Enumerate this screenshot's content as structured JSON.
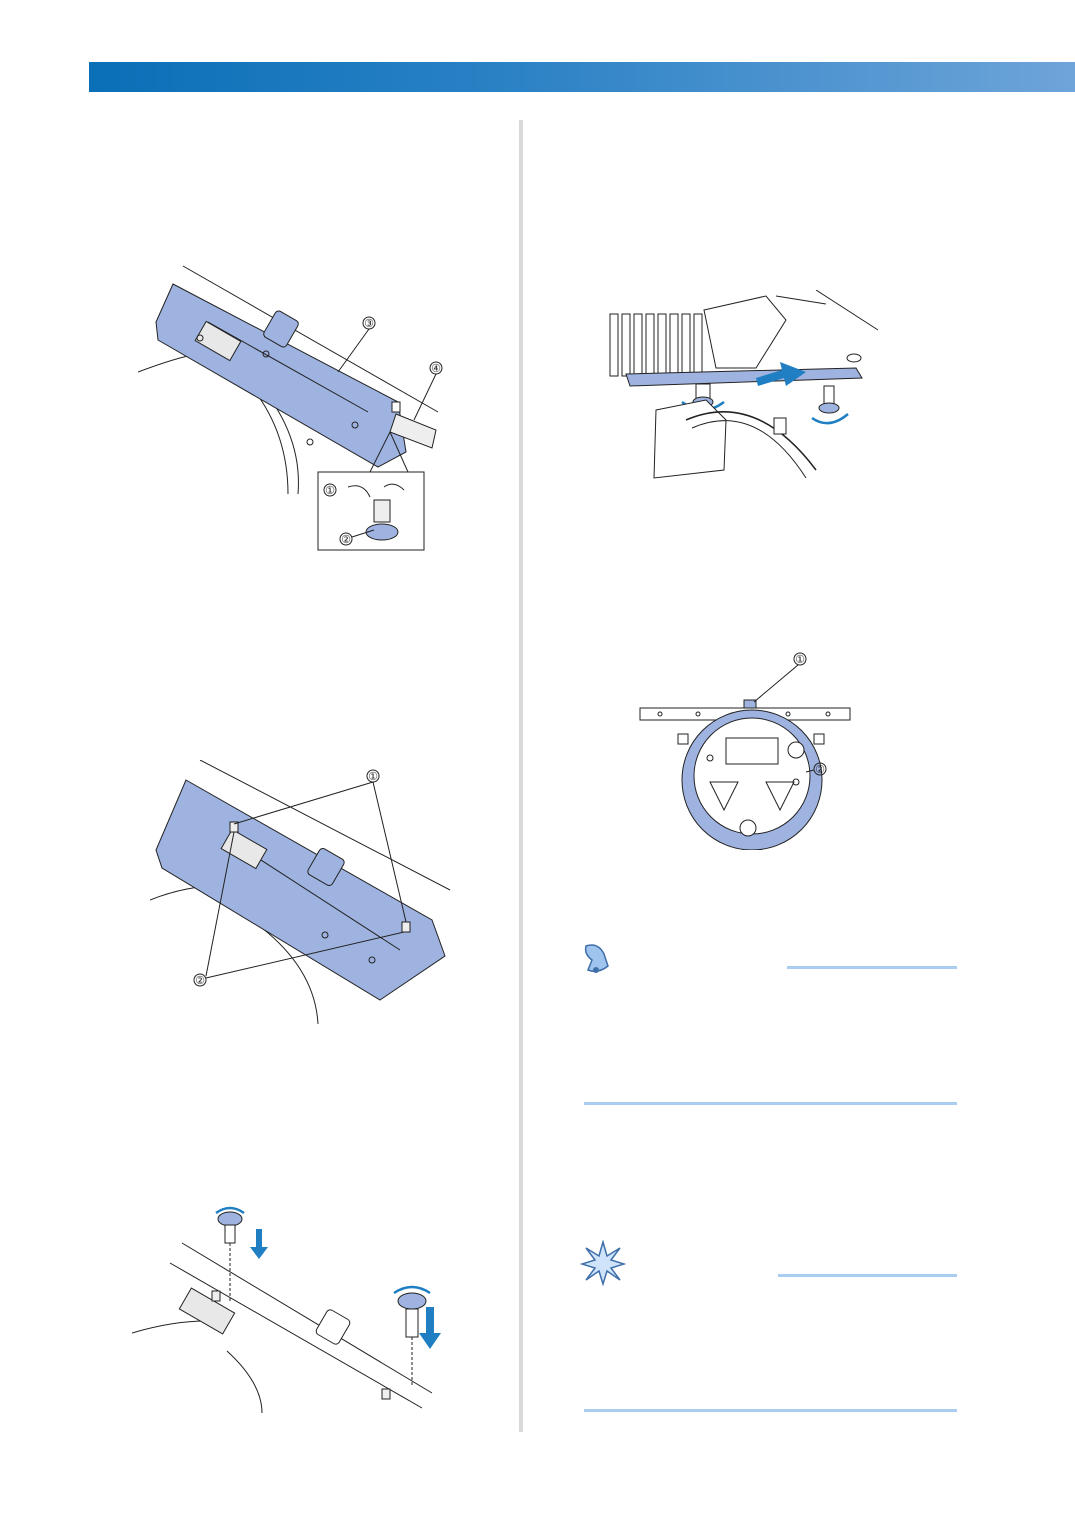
{
  "colors": {
    "header_gradient_start": "#0a6fb7",
    "header_gradient_end": "#6ea4d9",
    "part_fill": "#9fb3e0",
    "accent_blue": "#1f7fc2",
    "note_rule": "#a9cdf0"
  },
  "figures": {
    "fig1": {
      "callouts": [
        "①",
        "②",
        "③",
        "④"
      ]
    },
    "fig2": {
      "callouts": [
        "①",
        "②"
      ]
    },
    "fig3": {
      "callouts": []
    },
    "fig4": {
      "callouts": []
    },
    "fig5": {
      "callouts": [
        "①",
        "②"
      ]
    }
  },
  "notes": [
    {
      "icon": "bell-icon"
    },
    {
      "icon": "sparkle-icon"
    }
  ]
}
